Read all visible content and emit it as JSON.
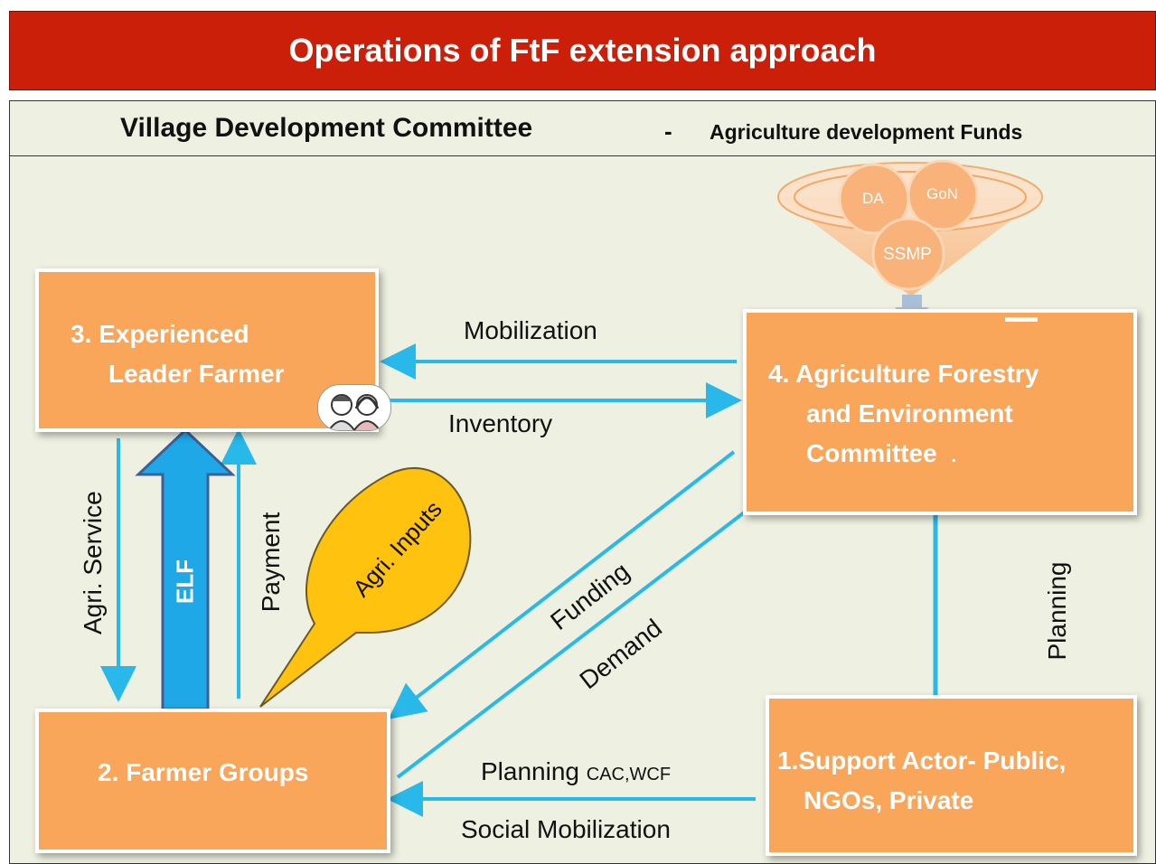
{
  "title": "Operations of  FtF extension approach",
  "header": {
    "left": "Village Development Committee",
    "dash": "-",
    "right": "Agriculture development Funds"
  },
  "funnel": {
    "circles": [
      "DA",
      "GoN",
      "SSMP"
    ]
  },
  "boxes": {
    "elf": {
      "line1": "3.  Experienced",
      "line2": "Leader Farmer"
    },
    "afec": {
      "line1": "4. Agriculture Forestry",
      "line2": "and  Environment",
      "line3": "Committee",
      "line3_suffix": "."
    },
    "farmer_groups": {
      "label": "2. Farmer Groups"
    },
    "support": {
      "line1": "1.Support Actor- Public,",
      "line2": "NGOs,  Private"
    }
  },
  "flows": {
    "mobilization": "Mobilization",
    "inventory": "Inventory",
    "agri_service": "Agri. Service",
    "elf": "ELF",
    "payment": "Payment",
    "agri_inputs": "Agri. Inputs",
    "funding": "Funding",
    "demand": "Demand",
    "planning_vertical": "Planning",
    "planning_bottom": "Planning",
    "planning_bottom_suffix": "CAC,WCF",
    "social_mobilization": "Social Mobilization"
  },
  "colors": {
    "title_bg": "#cc1f0a",
    "box": "#f9a55a",
    "arrow": "#29b8ea",
    "elf_arrow": "#1ea8e8",
    "callout": "#ffc20e"
  }
}
